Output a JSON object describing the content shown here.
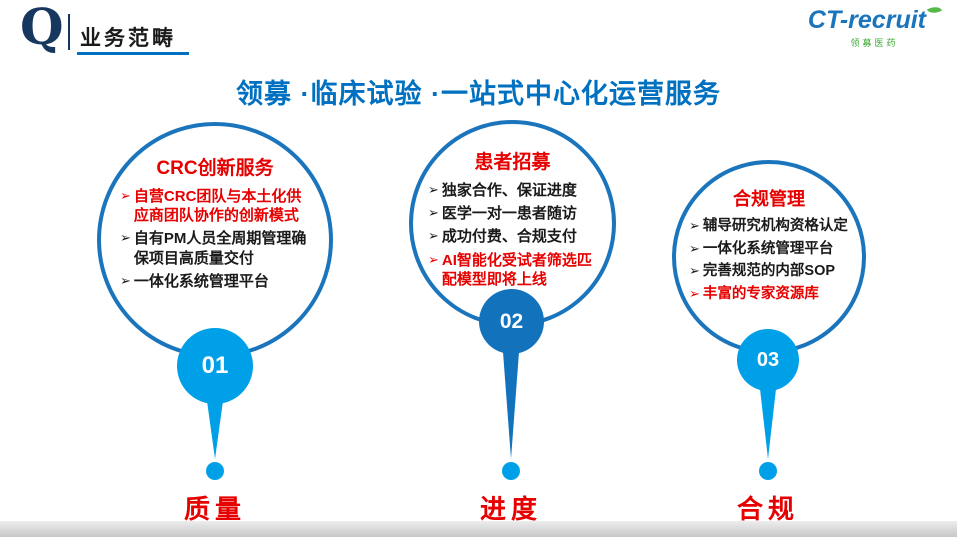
{
  "header": {
    "logo_letter": "Q",
    "section_title": "业务范畴"
  },
  "brand": {
    "name": "CT-recruit",
    "subtitle": "领募医药"
  },
  "main_title": "领募 ·临床试验 ·一站式中心化运营服务",
  "bullet_glyph": "➢",
  "colors": {
    "accent_blue": "#1b75bc",
    "title_blue": "#0070c0",
    "badge_bright_blue": "#00a0e9",
    "badge_dark_blue": "#1272bc",
    "highlight_red": "#e60000",
    "brand_green": "#3aa935"
  },
  "circles": [
    {
      "title": "CRC创新服务",
      "number": "01",
      "pin_label": "质量",
      "bullets": [
        {
          "text": "自营CRC团队与本土化供应商团队协作的创新模式",
          "color": "red"
        },
        {
          "text": "自有PM人员全周期管理确保项目高质量交付",
          "color": "black"
        },
        {
          "text": "一体化系统管理平台",
          "color": "black"
        }
      ]
    },
    {
      "title": "患者招募",
      "number": "02",
      "pin_label": "进度",
      "bullets": [
        {
          "text": "独家合作、保证进度",
          "color": "black"
        },
        {
          "text": "医学一对一患者随访",
          "color": "black"
        },
        {
          "text": "成功付费、合规支付",
          "color": "black"
        },
        {
          "text": "AI智能化受试者筛选匹配模型即将上线",
          "color": "red"
        }
      ]
    },
    {
      "title": "合规管理",
      "number": "03",
      "pin_label": "合规",
      "bullets": [
        {
          "text": "辅导研究机构资格认定",
          "color": "black"
        },
        {
          "text": "一体化系统管理平台",
          "color": "black"
        },
        {
          "text": "完善规范的内部SOP",
          "color": "black"
        },
        {
          "text": "丰富的专家资源库",
          "color": "red"
        }
      ]
    }
  ]
}
